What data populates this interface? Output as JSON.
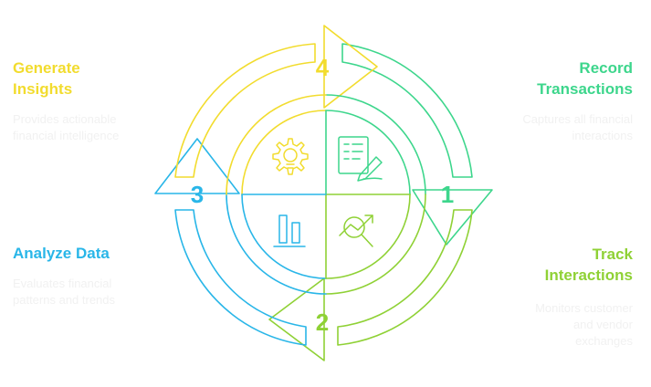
{
  "steps": [
    {
      "number": "1",
      "title_line1": "Record",
      "title_line2": "Transactions",
      "desc_line1": "Captures all financial",
      "desc_line2": "interactions",
      "color": "#3dd68c"
    },
    {
      "number": "2",
      "title_line1": "Track",
      "title_line2": "Interactions",
      "desc_line1": "Monitors customer",
      "desc_line2": "and vendor",
      "desc_line3": "exchanges",
      "color": "#8fd135"
    },
    {
      "number": "3",
      "title_line1": "Analyze Data",
      "desc_line1": "Evaluates financial",
      "desc_line2": "patterns and trends",
      "color": "#29b6e8"
    },
    {
      "number": "4",
      "title_line1": "Generate",
      "title_line2": "Insights",
      "desc_line1": "Provides actionable",
      "desc_line2": "financial intelligence",
      "color": "#f2dc2e"
    }
  ],
  "icons": {
    "q1": "document-pen-icon",
    "q2": "chart-magnifier-icon",
    "q3": "bar-chart-icon",
    "q4": "lightbulb-gear-icon"
  }
}
